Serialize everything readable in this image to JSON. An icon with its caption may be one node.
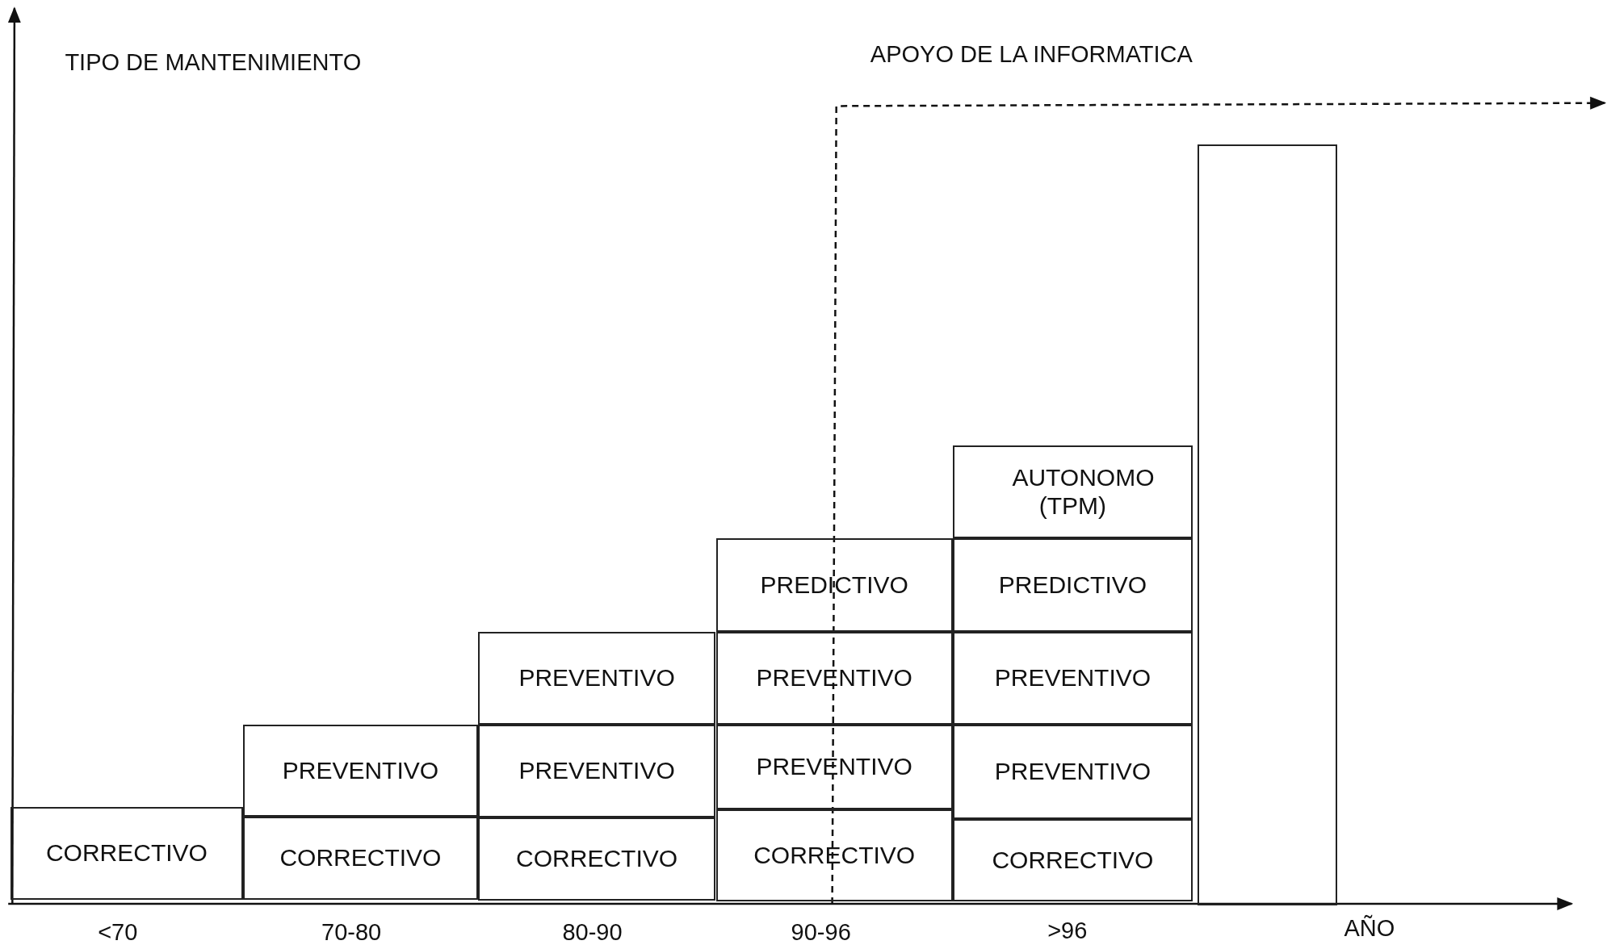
{
  "diagram": {
    "nodes": [
      {
        "text": [
          "CORRECTIVO"
        ]
      },
      {
        "text": [
          "PREVENTIVO"
        ]
      },
      {
        "text": [
          "CORRECTIVO"
        ]
      },
      {
        "text": [
          "PREVENTIVO"
        ]
      },
      {
        "text": [
          "PREVENTIVO"
        ]
      },
      {
        "text": [
          "CORRECTIVO"
        ]
      },
      {
        "text": [
          "PREDICTIVO"
        ]
      },
      {
        "text": [
          "PREVENTIVO"
        ]
      },
      {
        "text": [
          "PREVENTIVO"
        ]
      },
      {
        "text": [
          "CORRECTIVO"
        ]
      },
      {
        "text": [
          "AUTONOMO (TPM)"
        ]
      },
      {
        "text": [
          "PREDICTIVO"
        ]
      },
      {
        "text": [
          "PREVENTIVO"
        ]
      },
      {
        "text": [
          "PREVENTIVO"
        ]
      },
      {
        "text": [
          "CORRECTIVO"
        ]
      },
      {
        "text": [],
        "shape": "box"
      }
    ],
    "edges": [],
    "labels": [
      "TIPO DE MANTENIMIENTO",
      "APOYO DE LA INFORMATICA",
      "<70",
      "70-80",
      "80-90",
      "90-96",
      ">96",
      "AÑO"
    ]
  }
}
